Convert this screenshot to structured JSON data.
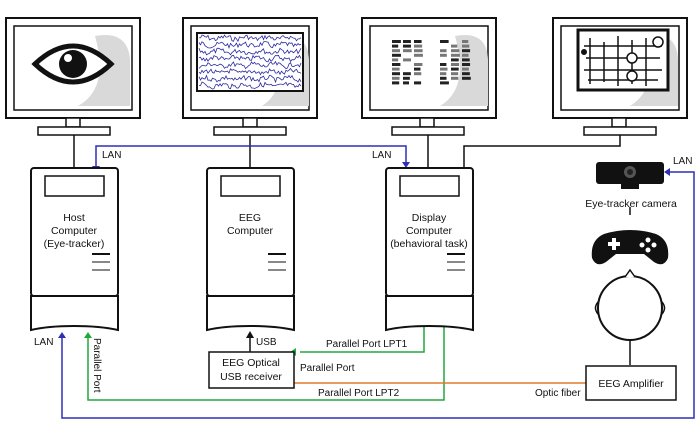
{
  "colors": {
    "lan": "#2f2fb5",
    "parallel": "#22a83a",
    "optic": "#e0782a",
    "outline": "#111111",
    "screen_shade": "#d9d9d9"
  },
  "icons": [
    "eye-icon",
    "eeg-waveform-icon",
    "behavioral-task-grid-icon",
    "maze-task-icon",
    "camera-icon",
    "gamepad-icon",
    "head-icon"
  ],
  "computers": {
    "host": {
      "line1": "Host",
      "line2": "Computer",
      "line3": "(Eye-tracker)"
    },
    "eeg": {
      "line1": "EEG",
      "line2": "Computer"
    },
    "display": {
      "line1": "Display",
      "line2": "Computer",
      "line3": "(behavioral task)"
    }
  },
  "peripherals": {
    "camera_label": "Eye-tracker camera",
    "receiver_line1": "EEG Optical",
    "receiver_line2": "USB receiver",
    "amplifier_label": "EEG Amplifier"
  },
  "connections": {
    "lan_top_left": "LAN",
    "lan_top_mid": "LAN",
    "lan_right": "LAN",
    "lan_bottom_left": "LAN",
    "parallel_port_vertical": "Parallel Port",
    "usb": "USB",
    "lpt1": "Parallel Port LPT1",
    "parallel_port": "Parallel Port",
    "lpt2": "Parallel Port LPT2",
    "optic_fiber": "Optic fiber"
  }
}
